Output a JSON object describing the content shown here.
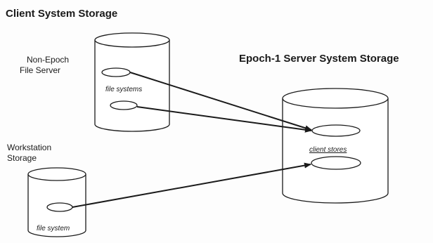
{
  "titles": {
    "client": "Client System Storage",
    "server": "Epoch-1 Server System Storage"
  },
  "labels": {
    "file_server_line1": "Non-Epoch",
    "file_server_line2": "File Server",
    "workstation_line1": "Workstation",
    "workstation_line2": "Storage"
  },
  "cylinder_labels": {
    "file_systems": "file systems",
    "client_stores": "client stores",
    "file_system": "file system"
  },
  "colors": {
    "ink": "#1a1a1a",
    "background": "#fdfdfd"
  }
}
